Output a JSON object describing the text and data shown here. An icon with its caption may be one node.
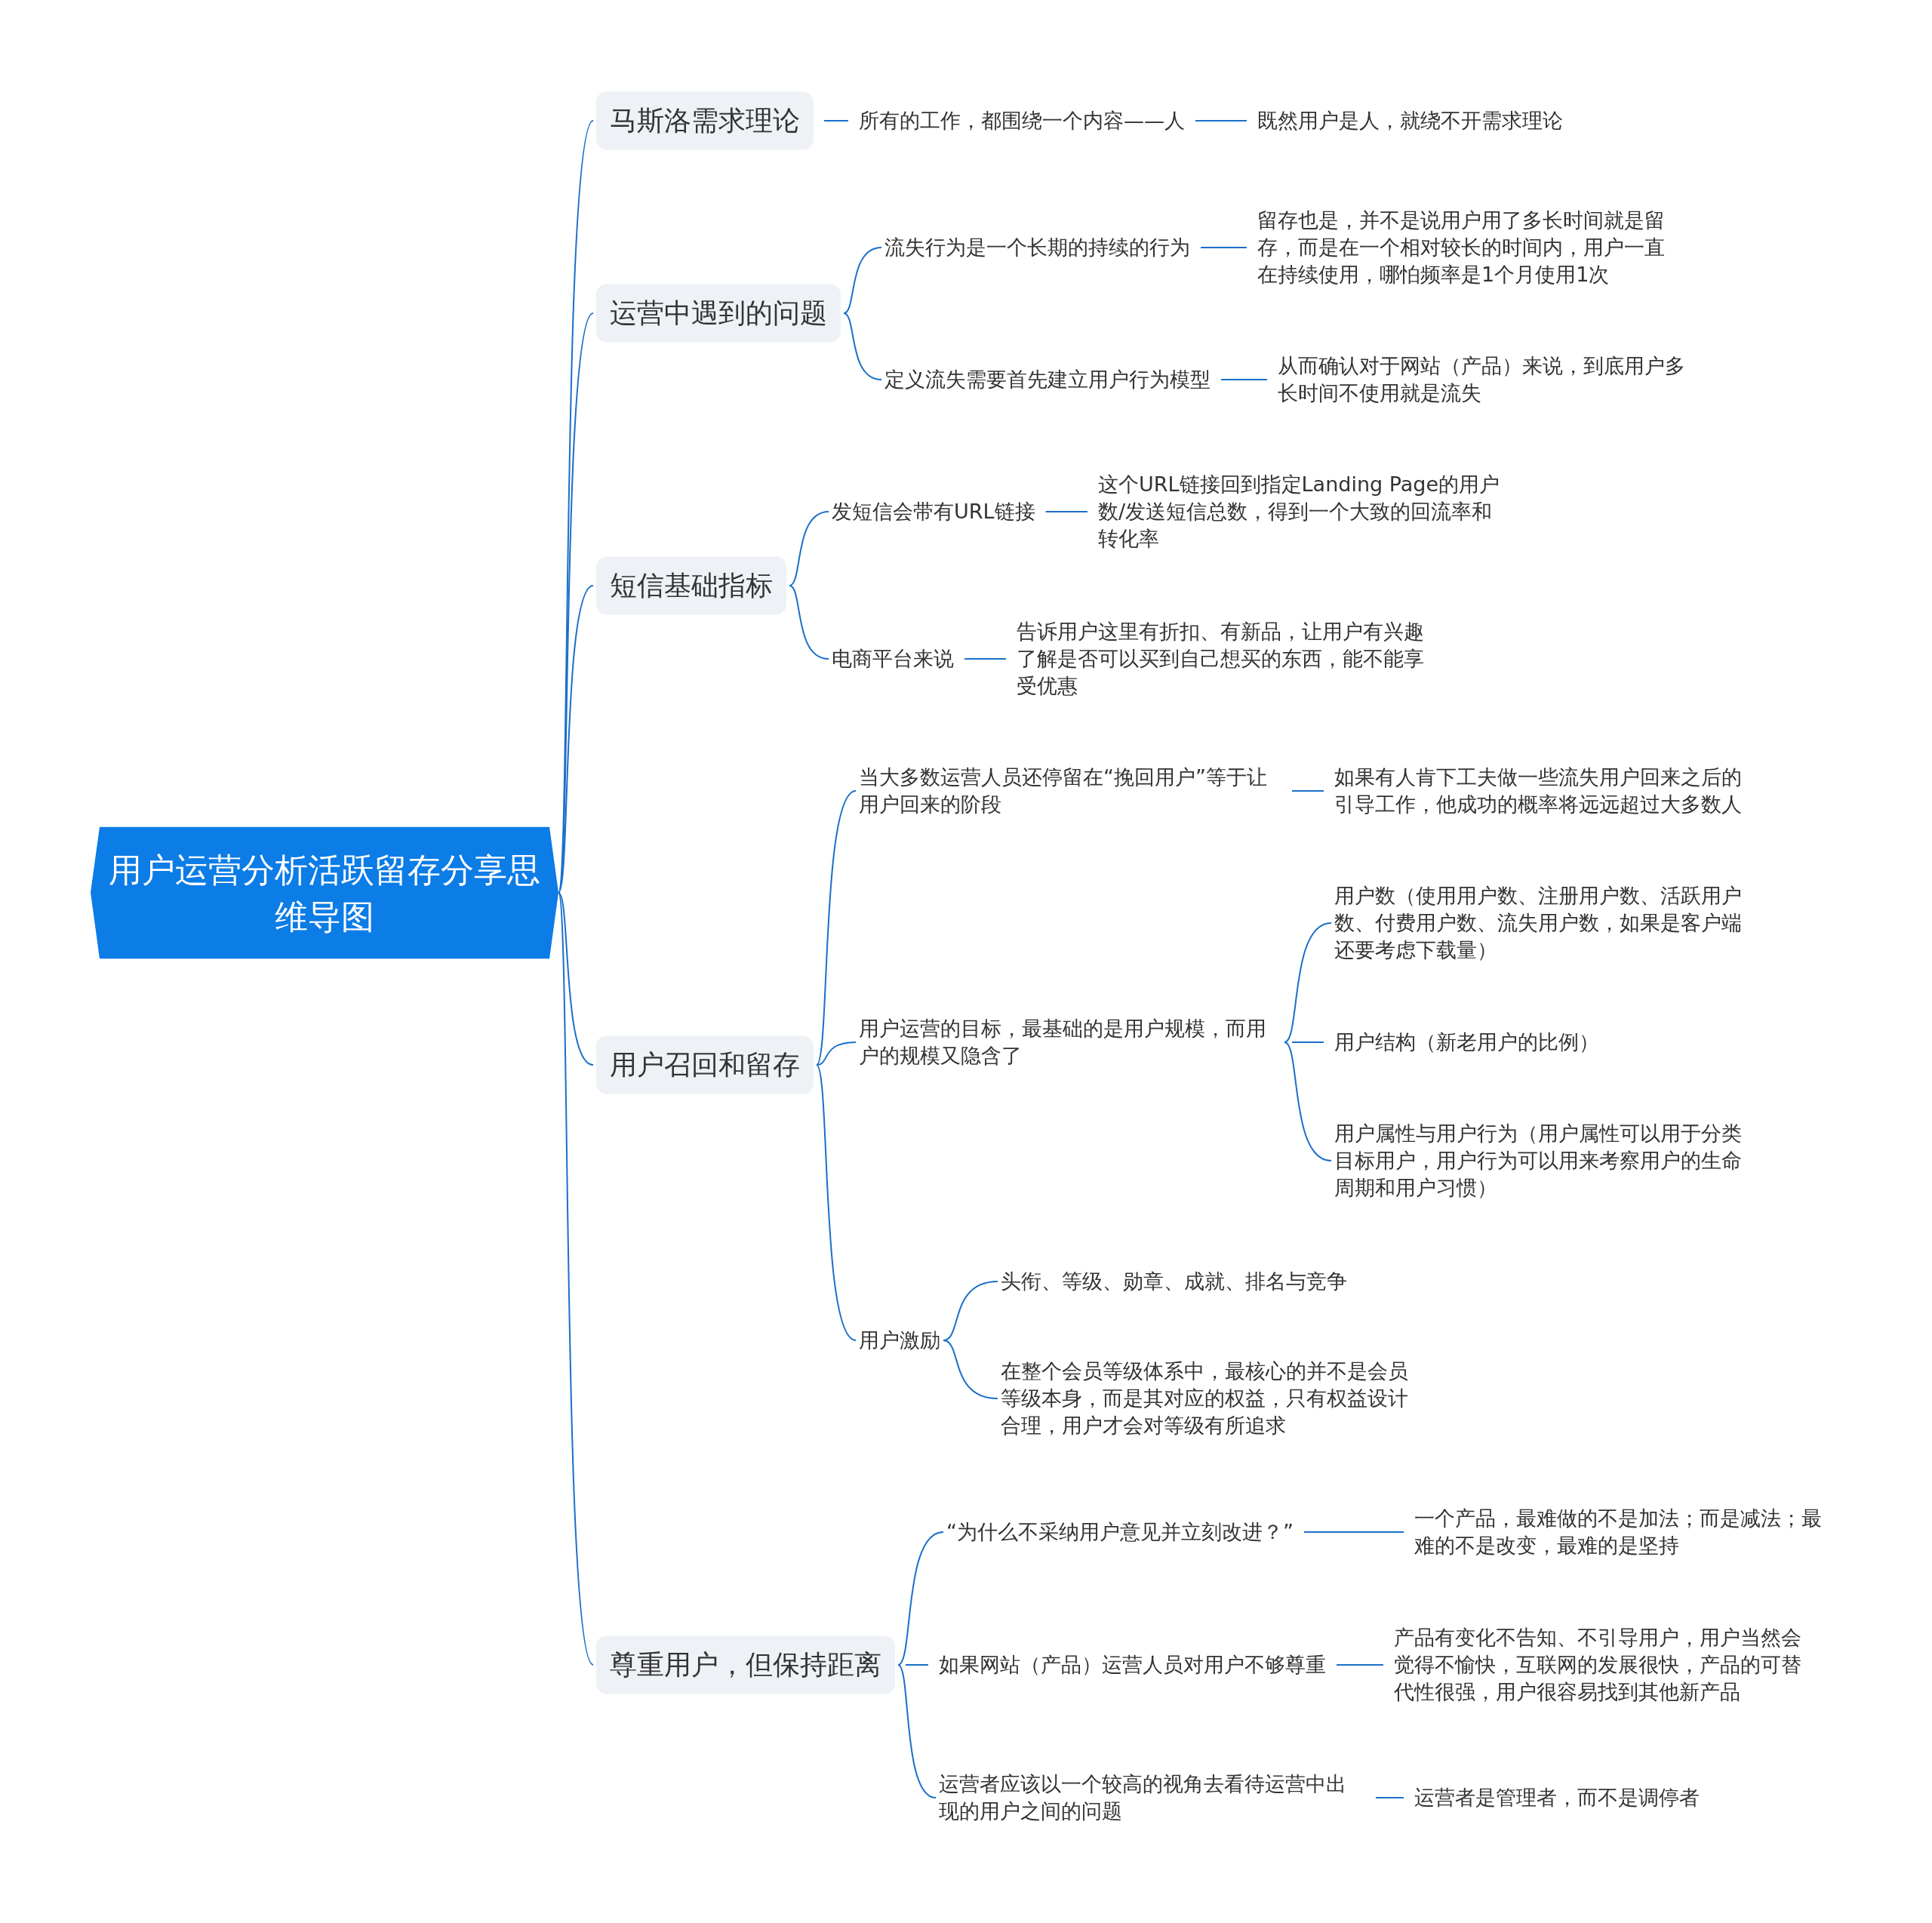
{
  "diagram": {
    "nodes": [
      {
        "text": [
          "用户运营分析活跃留存分享思维导图"
        ]
      },
      {
        "text": [
          "马斯洛需求理论"
        ]
      },
      {
        "text": [
          "所有的工作，都围绕一个内容——人"
        ]
      },
      {
        "text": [
          "既然用户是人，就绕不开需求理论"
        ]
      },
      {
        "text": [
          "运营中遇到的问题"
        ]
      },
      {
        "text": [
          "流失行为是一个长期的持续的行为"
        ]
      },
      {
        "text": [
          "留存也是，并不是说用户用了多长时间就是留存，而是在一个相对较长的时间内，用户一直在持续使用，哪怕频率是1个月使用1次"
        ]
      },
      {
        "text": [
          "定义流失需要首先建立用户行为模型"
        ]
      },
      {
        "text": [
          "从而确认对于网站（产品）来说，到底用户多长时间不使用就是流失"
        ]
      },
      {
        "text": [
          "短信基础指标"
        ]
      },
      {
        "text": [
          "发短信会带有URL链接"
        ]
      },
      {
        "text": [
          "这个URL链接回到指定Landing Page的用户数/发送短信总数，得到一个大致的回流率和转化率"
        ]
      },
      {
        "text": [
          "电商平台来说"
        ]
      },
      {
        "text": [
          "告诉用户这里有折扣、有新品，让用户有兴趣了解是否可以买到自己想买的东西，能不能享受优惠"
        ]
      },
      {
        "text": [
          "用户召回和留存"
        ]
      },
      {
        "text": [
          "当大多数运营人员还停留在“挽回用户”等于让用户回来的阶段"
        ]
      },
      {
        "text": [
          "如果有人肯下工夫做一些流失用户回来之后的引导工作，他成功的概率将远远超过大多数人"
        ]
      },
      {
        "text": [
          "用户运营的目标，最基础的是用户规模，而用户的规模又隐含了"
        ]
      },
      {
        "text": [
          "用户数（使用用户数、注册用户数、活跃用户数、付费用户数、流失用户数，如果是客户端还要考虑下载量）"
        ]
      },
      {
        "text": [
          "用户结构（新老用户的比例）"
        ]
      },
      {
        "text": [
          "用户属性与用户行为（用户属性可以用于分类目标用户，用户行为可以用来考察用户的生命周期和用户习惯）"
        ]
      },
      {
        "text": [
          "用户激励"
        ]
      },
      {
        "text": [
          "头衔、等级、勋章、成就、排名与竞争"
        ]
      },
      {
        "text": [
          "在整个会员等级体系中，最核心的并不是会员等级本身，而是其对应的权益，只有权益设计合理，用户才会对等级有所追求"
        ]
      },
      {
        "text": [
          "尊重用户，但保持距离"
        ]
      },
      {
        "text": [
          "“为什么不采纳用户意见并立刻改进？”"
        ]
      },
      {
        "text": [
          "一个产品，最难做的不是加法；而是减法；最难的不是改变，最难的是坚持"
        ]
      },
      {
        "text": [
          "如果网站（产品）运营人员对用户不够尊重"
        ]
      },
      {
        "text": [
          "产品有变化不告知、不引导用户，用户当然会觉得不愉快，互联网的发展很快，产品的可替代性很强，用户很容易找到其他新产品"
        ]
      },
      {
        "text": [
          "运营者应该以一个较高的视角去看待运营中出现的用户之间的问题"
        ]
      },
      {
        "text": [
          "运营者是管理者，而不是调停者"
        ]
      }
    ],
    "edges": [
      {
        "from": 0,
        "to": 1,
        "arrow": "none"
      },
      {
        "from": 0,
        "to": 4,
        "arrow": "none"
      },
      {
        "from": 0,
        "to": 9,
        "arrow": "none"
      },
      {
        "from": 0,
        "to": 14,
        "arrow": "none"
      },
      {
        "from": 0,
        "to": 24,
        "arrow": "none"
      },
      {
        "from": 1,
        "to": 2,
        "arrow": "none"
      },
      {
        "from": 2,
        "to": 3,
        "arrow": "none"
      },
      {
        "from": 4,
        "to": 5,
        "arrow": "none"
      },
      {
        "from": 5,
        "to": 6,
        "arrow": "none"
      },
      {
        "from": 4,
        "to": 7,
        "arrow": "none"
      },
      {
        "from": 7,
        "to": 8,
        "arrow": "none"
      },
      {
        "from": 9,
        "to": 10,
        "arrow": "none"
      },
      {
        "from": 10,
        "to": 11,
        "arrow": "none"
      },
      {
        "from": 9,
        "to": 12,
        "arrow": "none"
      },
      {
        "from": 12,
        "to": 13,
        "arrow": "none"
      },
      {
        "from": 14,
        "to": 15,
        "arrow": "none"
      },
      {
        "from": 15,
        "to": 16,
        "arrow": "none"
      },
      {
        "from": 14,
        "to": 17,
        "arrow": "none"
      },
      {
        "from": 17,
        "to": 18,
        "arrow": "none"
      },
      {
        "from": 17,
        "to": 19,
        "arrow": "none"
      },
      {
        "from": 17,
        "to": 20,
        "arrow": "none"
      },
      {
        "from": 14,
        "to": 21,
        "arrow": "none"
      },
      {
        "from": 21,
        "to": 22,
        "arrow": "none"
      },
      {
        "from": 21,
        "to": 23,
        "arrow": "none"
      },
      {
        "from": 24,
        "to": 25,
        "arrow": "none"
      },
      {
        "from": 25,
        "to": 26,
        "arrow": "none"
      },
      {
        "from": 24,
        "to": 27,
        "arrow": "none"
      },
      {
        "from": 27,
        "to": 28,
        "arrow": "none"
      },
      {
        "from": 24,
        "to": 29,
        "arrow": "none"
      },
      {
        "from": 29,
        "to": 30,
        "arrow": "none"
      }
    ]
  }
}
